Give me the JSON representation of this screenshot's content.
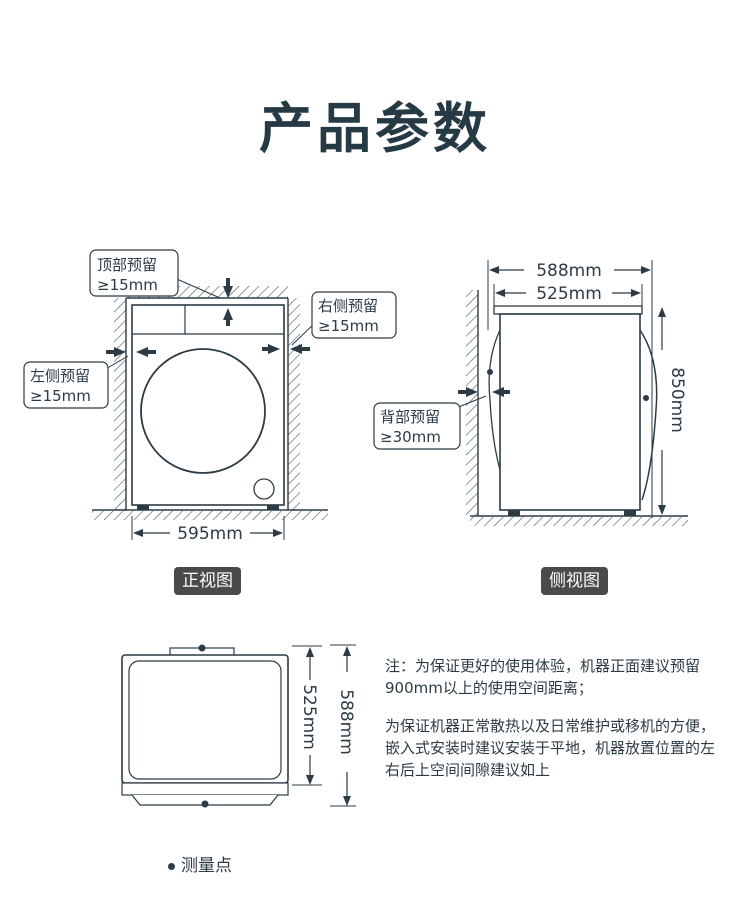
{
  "title": "产品参数",
  "front_view": {
    "tag": "正视图",
    "top_clearance": {
      "label": "顶部预留",
      "value": "≥15mm"
    },
    "right_clearance": {
      "label": "右侧预留",
      "value": "≥15mm"
    },
    "left_clearance": {
      "label": "左侧预留",
      "value": "≥15mm"
    },
    "width": "595mm"
  },
  "side_view": {
    "tag": "侧视图",
    "depth_total": "588mm",
    "depth_body": "525mm",
    "height": "850mm",
    "back_clearance": {
      "label": "背部预留",
      "value": "≥30mm"
    }
  },
  "top_view": {
    "depth_body": "525mm",
    "depth_total": "588mm"
  },
  "notes": [
    "注：为保证更好的使用体验，机器正面建议预留900mm以上的使用空间距离；",
    "为保证机器正常散热以及日常维护或移机的方便，嵌入式安装时建议安装于平地，机器放置位置的左右后上空间间隙建议如上"
  ],
  "legend": "测量点",
  "colors": {
    "ink": "#2c3b44",
    "title": "#263a45",
    "tag_bg": "#4a4a4a"
  }
}
